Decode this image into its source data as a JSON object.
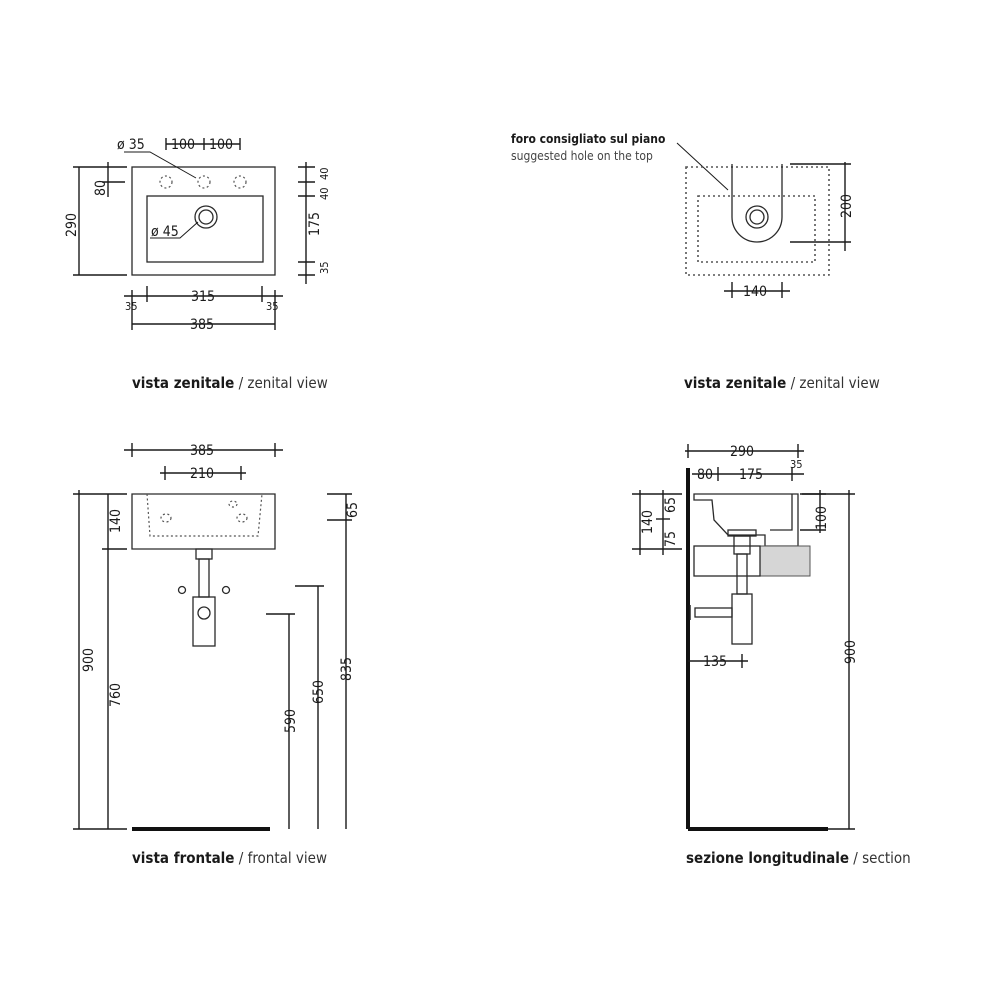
{
  "views": {
    "top_left": {
      "caption_bold": "vista zenitale",
      "caption_rest": " / zenital view",
      "dims": {
        "hole_dia": "ø 35",
        "hole_spacing_a": "100",
        "hole_spacing_b": "100",
        "hole_offset": "80",
        "depth": "290",
        "drain_dia": "ø 45",
        "r40_a": "40",
        "r40_b": "40",
        "r175": "175",
        "r35": "35",
        "b35_left": "35",
        "b315": "315",
        "b35_right": "35",
        "b385": "385"
      }
    },
    "top_right": {
      "caption_bold": "vista zenitale",
      "caption_rest": " / zenital view",
      "note_bold": "foro consigliato sul piano",
      "note_normal": "suggested hole on the top",
      "dims": {
        "h200": "200",
        "w140": "140"
      }
    },
    "bottom_left": {
      "caption_bold": "vista frontale",
      "caption_rest": " / frontal view",
      "dims": {
        "w385": "385",
        "w210": "210",
        "h140": "140",
        "h900": "900",
        "h760": "760",
        "h590": "590",
        "h650": "650",
        "h835": "835",
        "h65": "65"
      }
    },
    "bottom_right": {
      "caption_bold": "sezione longitudinale",
      "caption_rest": " / section",
      "dims": {
        "w290": "290",
        "w80": "80",
        "w175": "175",
        "w35": "35",
        "h140": "140",
        "h65": "65",
        "h75": "75",
        "h100": "100",
        "h135": "135",
        "h900": "900"
      }
    }
  }
}
